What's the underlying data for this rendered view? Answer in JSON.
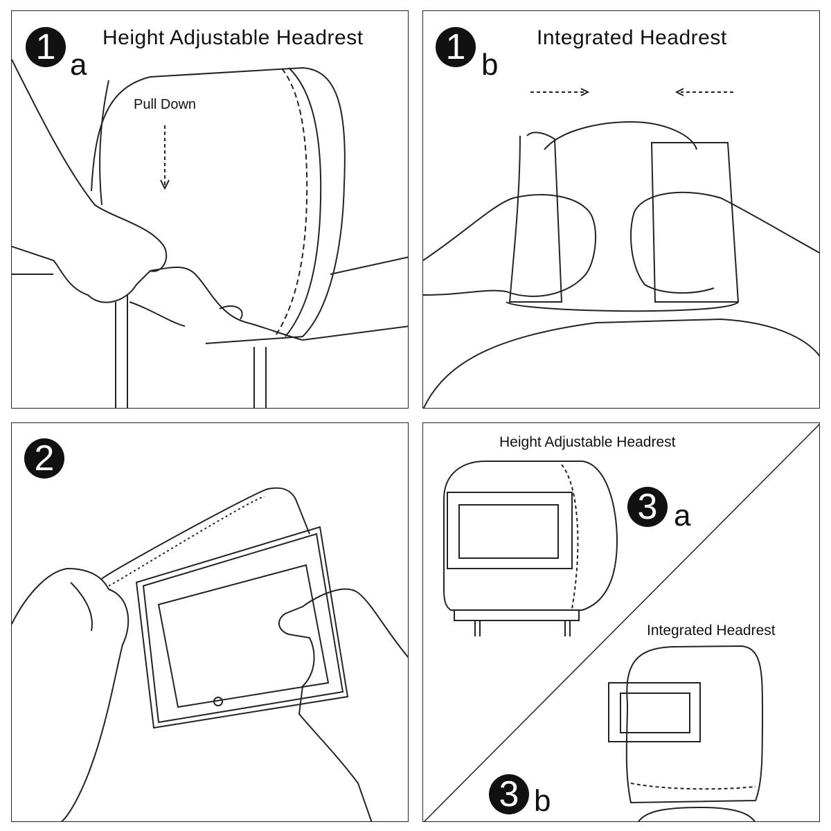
{
  "panels": {
    "p1a": {
      "step": "1",
      "letter": "a",
      "title": "Height Adjustable Headrest",
      "annotation": "Pull Down"
    },
    "p1b": {
      "step": "1",
      "letter": "b",
      "title": "Integrated Headrest"
    },
    "p2": {
      "step": "2"
    },
    "p3": {
      "a": {
        "step": "3",
        "letter": "a",
        "title": "Height Adjustable Headrest"
      },
      "b": {
        "step": "3",
        "letter": "b",
        "title": "Integrated Headrest"
      }
    }
  },
  "colors": {
    "line": "#222222",
    "badge": "#111111"
  }
}
